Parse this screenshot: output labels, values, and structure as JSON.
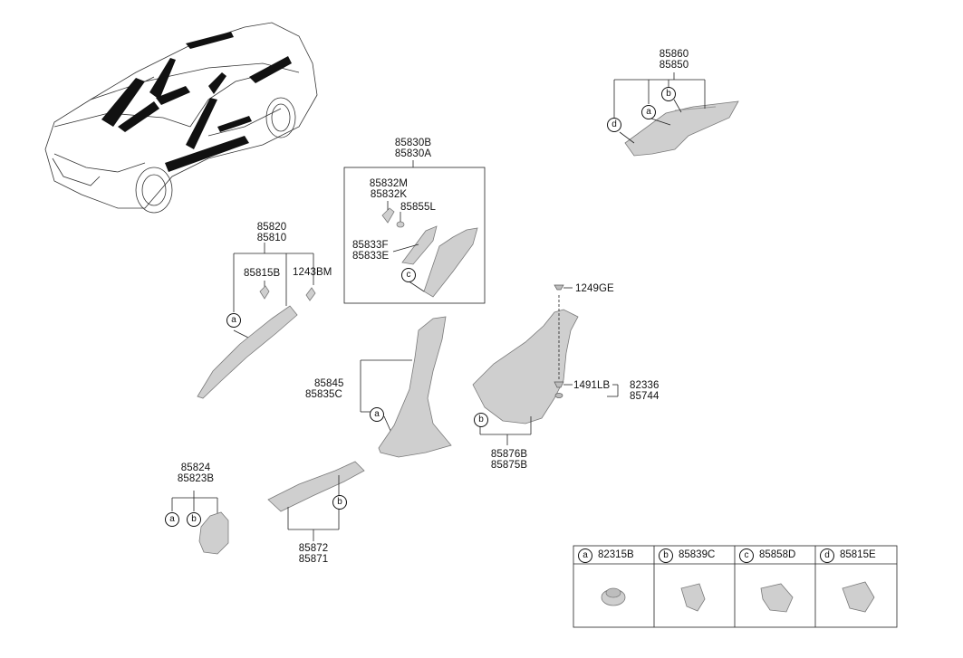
{
  "labels": {
    "p85860": "85860",
    "p85850": "85850",
    "p85830B": "85830B",
    "p85830A": "85830A",
    "p85832M": "85832M",
    "p85832K": "85832K",
    "p85855L": "85855L",
    "p85833F": "85833F",
    "p85833E": "85833E",
    "p85820": "85820",
    "p85810": "85810",
    "p85815B": "85815B",
    "p1243BM": "1243BM",
    "p1249GE": "1249GE",
    "p1491LB": "1491LB",
    "p82336": "82336",
    "p85744": "85744",
    "p85845": "85845",
    "p85835C": "85835C",
    "p85876B": "85876B",
    "p85875B": "85875B",
    "p85824": "85824",
    "p85823B": "85823B",
    "p85872": "85872",
    "p85871": "85871"
  },
  "callouts": {
    "a": "a",
    "b": "b",
    "c": "c",
    "d": "d"
  },
  "legend": [
    {
      "letter": "a",
      "part": "82315B"
    },
    {
      "letter": "b",
      "part": "85839C"
    },
    {
      "letter": "c",
      "part": "85858D"
    },
    {
      "letter": "d",
      "part": "85815E"
    }
  ],
  "colors": {
    "line": "#222222",
    "part_fill": "#cfcfcf",
    "part_stroke": "#7a7a7a",
    "car_fill": "#111111"
  }
}
